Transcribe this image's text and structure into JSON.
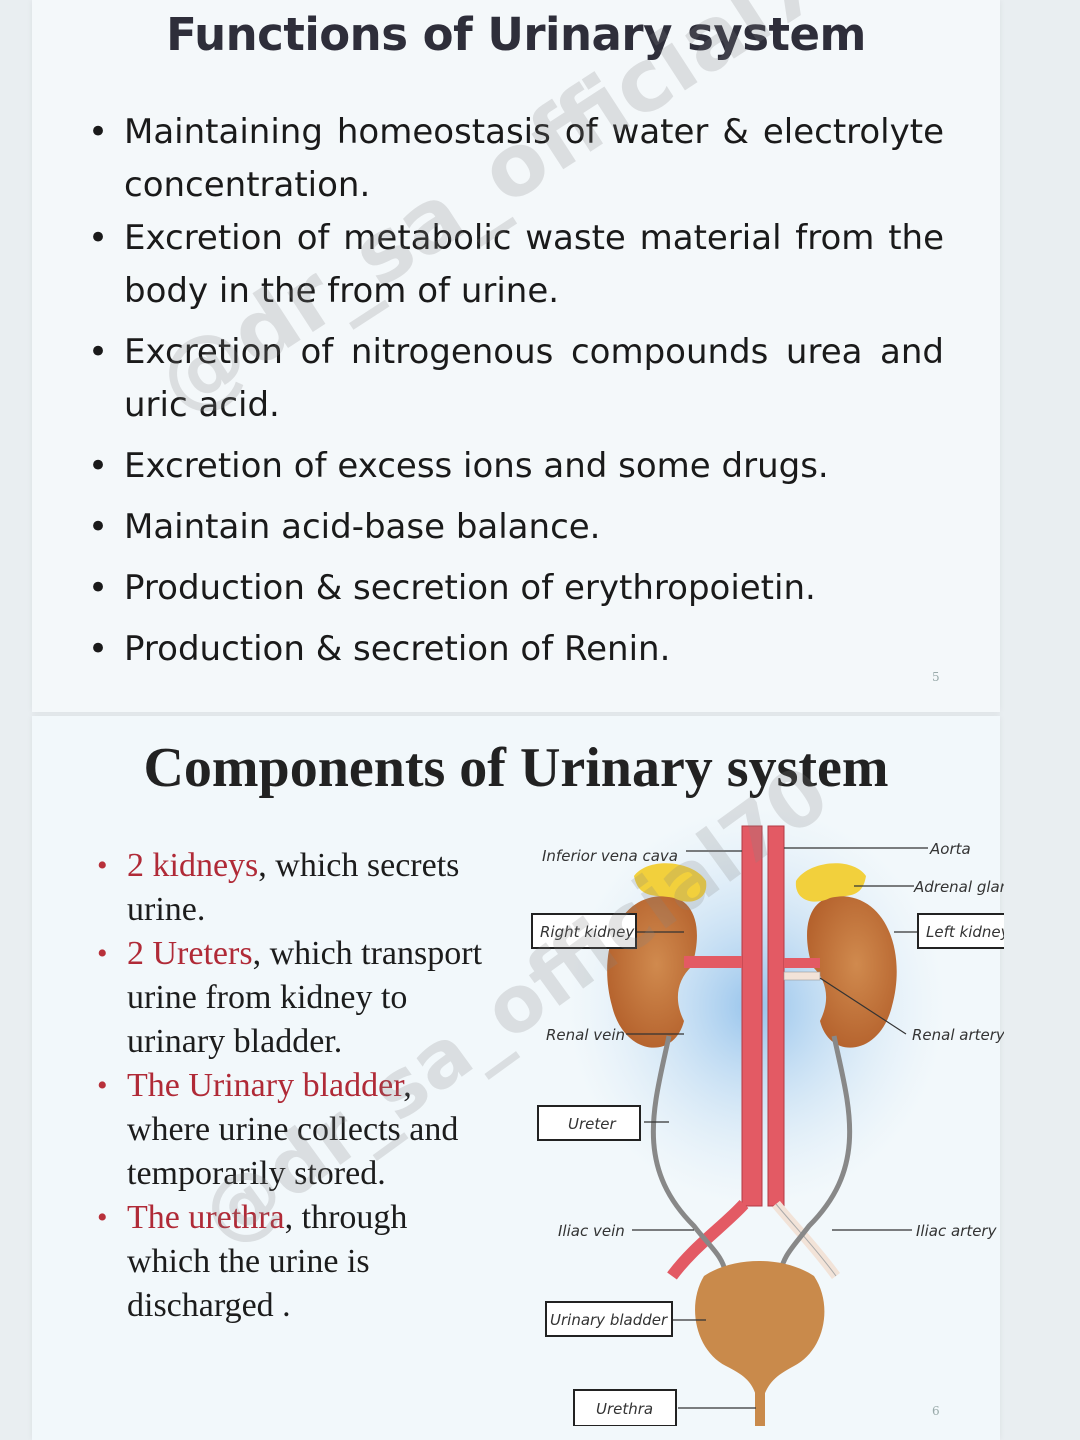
{
  "slide1": {
    "title": "Functions of Urinary system",
    "bullets": [
      "Maintaining homeostasis of water & electrolyte concentration.",
      "Excretion of metabolic waste material from the body in the from of urine.",
      "Excretion of nitrogenous compounds urea and uric acid.",
      "Excretion of excess ions and some drugs.",
      "Maintain acid-base balance.",
      "Production & secretion of erythropoietin.",
      "Production & secretion of Renin."
    ],
    "page_number": "5"
  },
  "slide2": {
    "title": "Components of Urinary system",
    "items": [
      {
        "highlight": "2 kidneys",
        "rest": ", which secrets urine."
      },
      {
        "highlight": "2 Ureters",
        "rest": ", which transport urine from kidney to urinary bladder."
      },
      {
        "highlight": "The Urinary bladder",
        "rest": ", where urine collects and temporarily stored."
      },
      {
        "highlight": "The urethra",
        "rest": ", through which the urine is discharged ."
      }
    ],
    "page_number": "6",
    "diagram_labels": {
      "inferior_vena_cava": "Inferior vena cava",
      "aorta": "Aorta",
      "adrenal_gland": "Adrenal gland",
      "right_kidney": "Right kidney",
      "left_kidney": "Left kidney",
      "renal_vein": "Renal vein",
      "renal_artery": "Renal artery",
      "ureter": "Ureter",
      "iliac_vein": "Iliac vein",
      "iliac_artery": "Iliac artery",
      "urinary_bladder": "Urinary bladder",
      "urethra": "Urethra"
    }
  },
  "watermark": "@dr_sa_official70",
  "colors": {
    "highlight_red": "#b02a37",
    "kidney": "#c77a3c",
    "adrenal": "#f2d03c",
    "vessel_red": "#e05560",
    "bladder": "#c98a4b"
  }
}
